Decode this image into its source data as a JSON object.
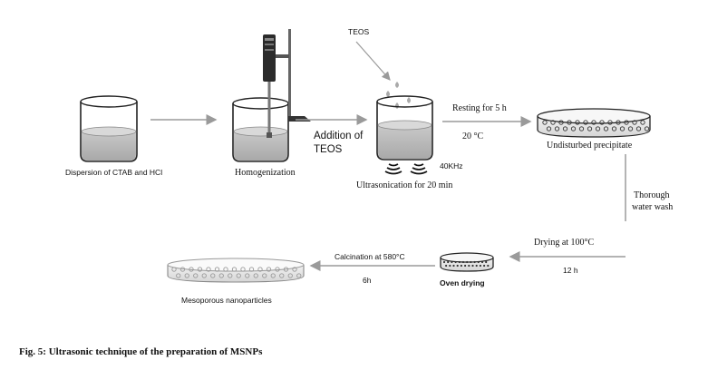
{
  "labels": {
    "beaker1": "Dispersion of CTAB and HCl",
    "beaker2": "Homogenization",
    "arrow2_top": "Addition of",
    "arrow2_bottom": "TEOS",
    "teos": "TEOS",
    "resting": "Resting for 5 h",
    "temp": "20 °C",
    "freq": "40KHz",
    "ultrasonication": "Ultrasonication for 20 min",
    "undisturbed": "Undisturbed precipitate",
    "wash_line1": "Thorough",
    "wash_line2": "water wash",
    "drying": "Drying at 100°C",
    "drying_time": "12 h",
    "oven": "Oven drying",
    "calcination": "Calcination at 580°C",
    "calcination_time": "6h",
    "mesoporous": "Mesoporous nanoparticles"
  },
  "caption": "Fig. 5: Ultrasonic technique of the preparation of MSNPs"
}
